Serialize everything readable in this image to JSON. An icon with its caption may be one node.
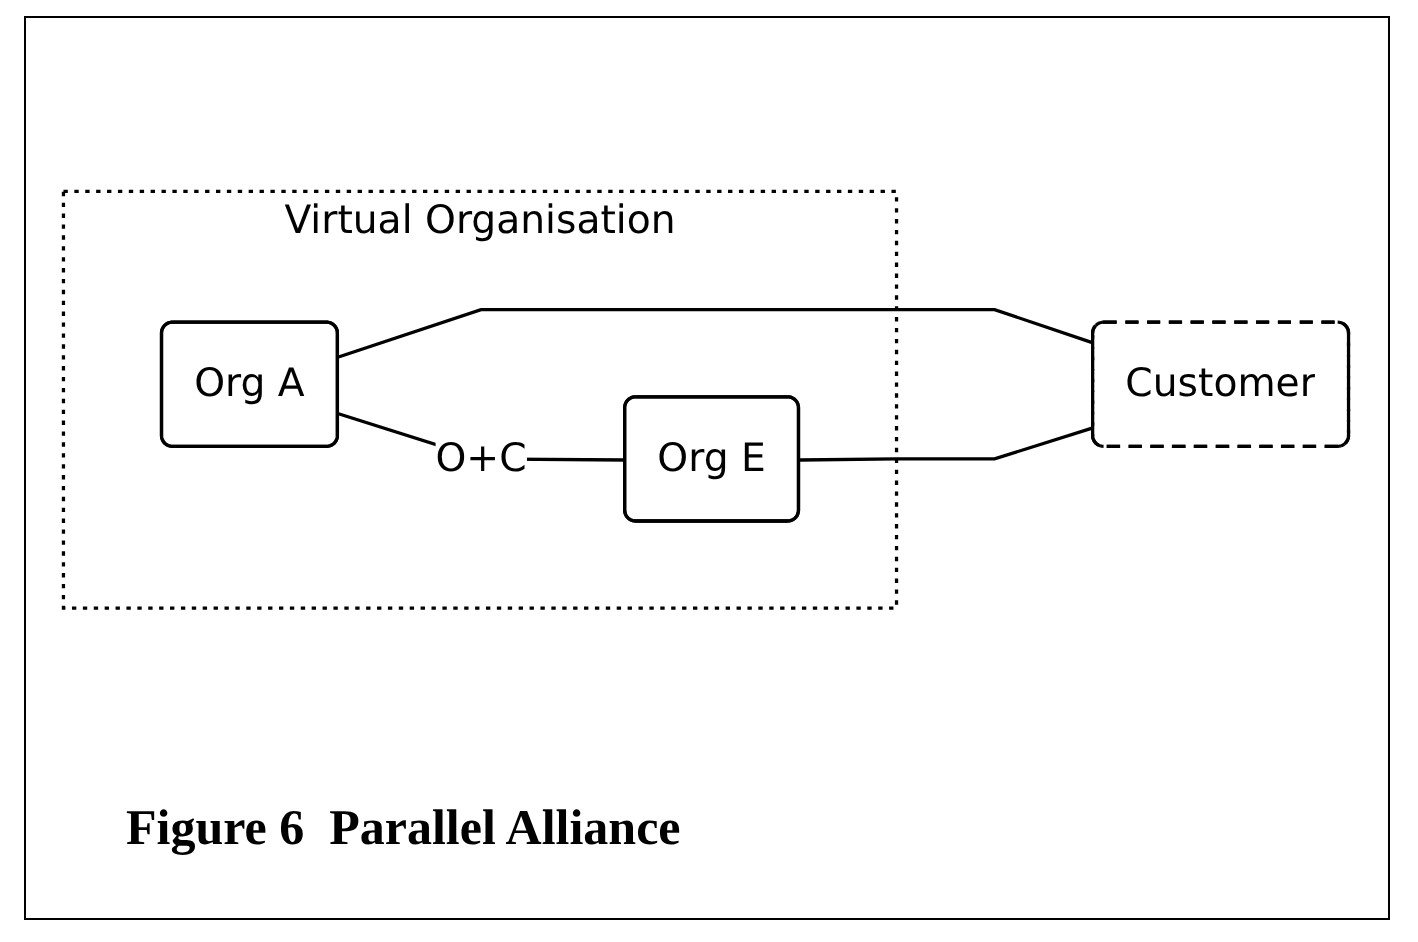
{
  "diagram": {
    "caption": "Figure 6  Parallel Alliance",
    "nodes": [
      {
        "text": [
          "Virtual Organisation"
        ]
      },
      {
        "text": [
          "Org A"
        ],
        "in": 0
      },
      {
        "text": [
          "Org E"
        ],
        "in": 0
      },
      {
        "text": [
          "Customer"
        ]
      }
    ],
    "edges": [
      {
        "from": 1,
        "to": 2,
        "arrow": "none",
        "label": "O+C"
      },
      {
        "from": 1,
        "to": 3,
        "arrow": "none"
      },
      {
        "from": 2,
        "to": 3,
        "arrow": "none"
      }
    ]
  }
}
